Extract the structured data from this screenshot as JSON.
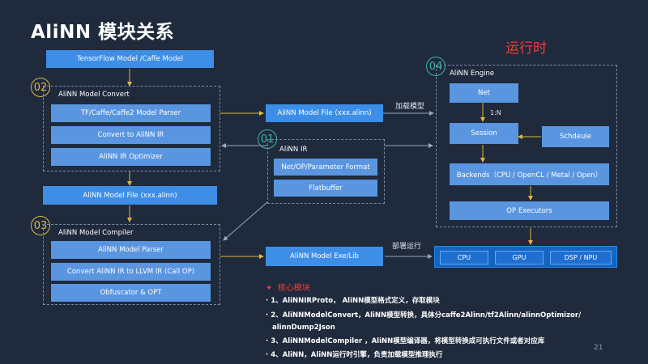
{
  "title": "AliNN 模块关系",
  "runtime_label": "运行时",
  "page_number": "21",
  "top_source": "TensorFlow Model /Caffe Model",
  "convert": {
    "badge": "02",
    "label": "AliNN Model Convert",
    "items": [
      "TF/Caffe/Caffe2 Model Parser",
      "Convert to AliNN IR",
      "AliNN IR Optimizer"
    ]
  },
  "model_file_left": "AliNN Model File (xxx.alinn)",
  "compiler": {
    "badge": "03",
    "label": "AliNN Model Compiler",
    "items": [
      "AliNN Model Parser",
      "Convert AliNN IR to LLVM IR (Call OP)",
      "Obfuscator & OPT"
    ]
  },
  "model_file_center": "AliNN Model File (xxx.alinn)",
  "ir": {
    "badge": "01",
    "label": "AliNN IR",
    "items": [
      "Net/OP/Parameter Format",
      "Flatbuffer"
    ]
  },
  "model_exe": "AliNN Model Exe/Lib",
  "edge_load": "加载模型",
  "edge_deploy": "部署运行",
  "engine": {
    "badge": "04",
    "label": "AliNN Engine",
    "net": "Net",
    "ratio": "1:N",
    "session": "Session",
    "schedule": "Schdeule",
    "backends": "Backends（CPU / OpenCL / Metal / Open）",
    "op_exec": "OP Executors"
  },
  "hardware": [
    "CPU",
    "GPU",
    "DSP / NPU"
  ],
  "core": {
    "heading": "核心模块",
    "lines": [
      "1、AliNNIRProto， AliNN模型格式定义，存取模块",
      "2、AliNNModelConvert，AliNN模型转换，具体分caffe2Alinn/tf2Alinn/alinnOptimizor/",
      "alinnDump2Json",
      "3、AliNNModelCompiler ，AliNN模型编译器，将模型转换成可执行文件或者对应库",
      "4、AliNN，AliNN运行时引擎，负责加载模型推理执行"
    ]
  },
  "colors": {
    "background": "#1f2a3d",
    "box": "#3d8ee6",
    "accent_red": "#e8423a",
    "badge_yellow": "#e0b83b",
    "badge_teal": "#3fb6a8"
  }
}
